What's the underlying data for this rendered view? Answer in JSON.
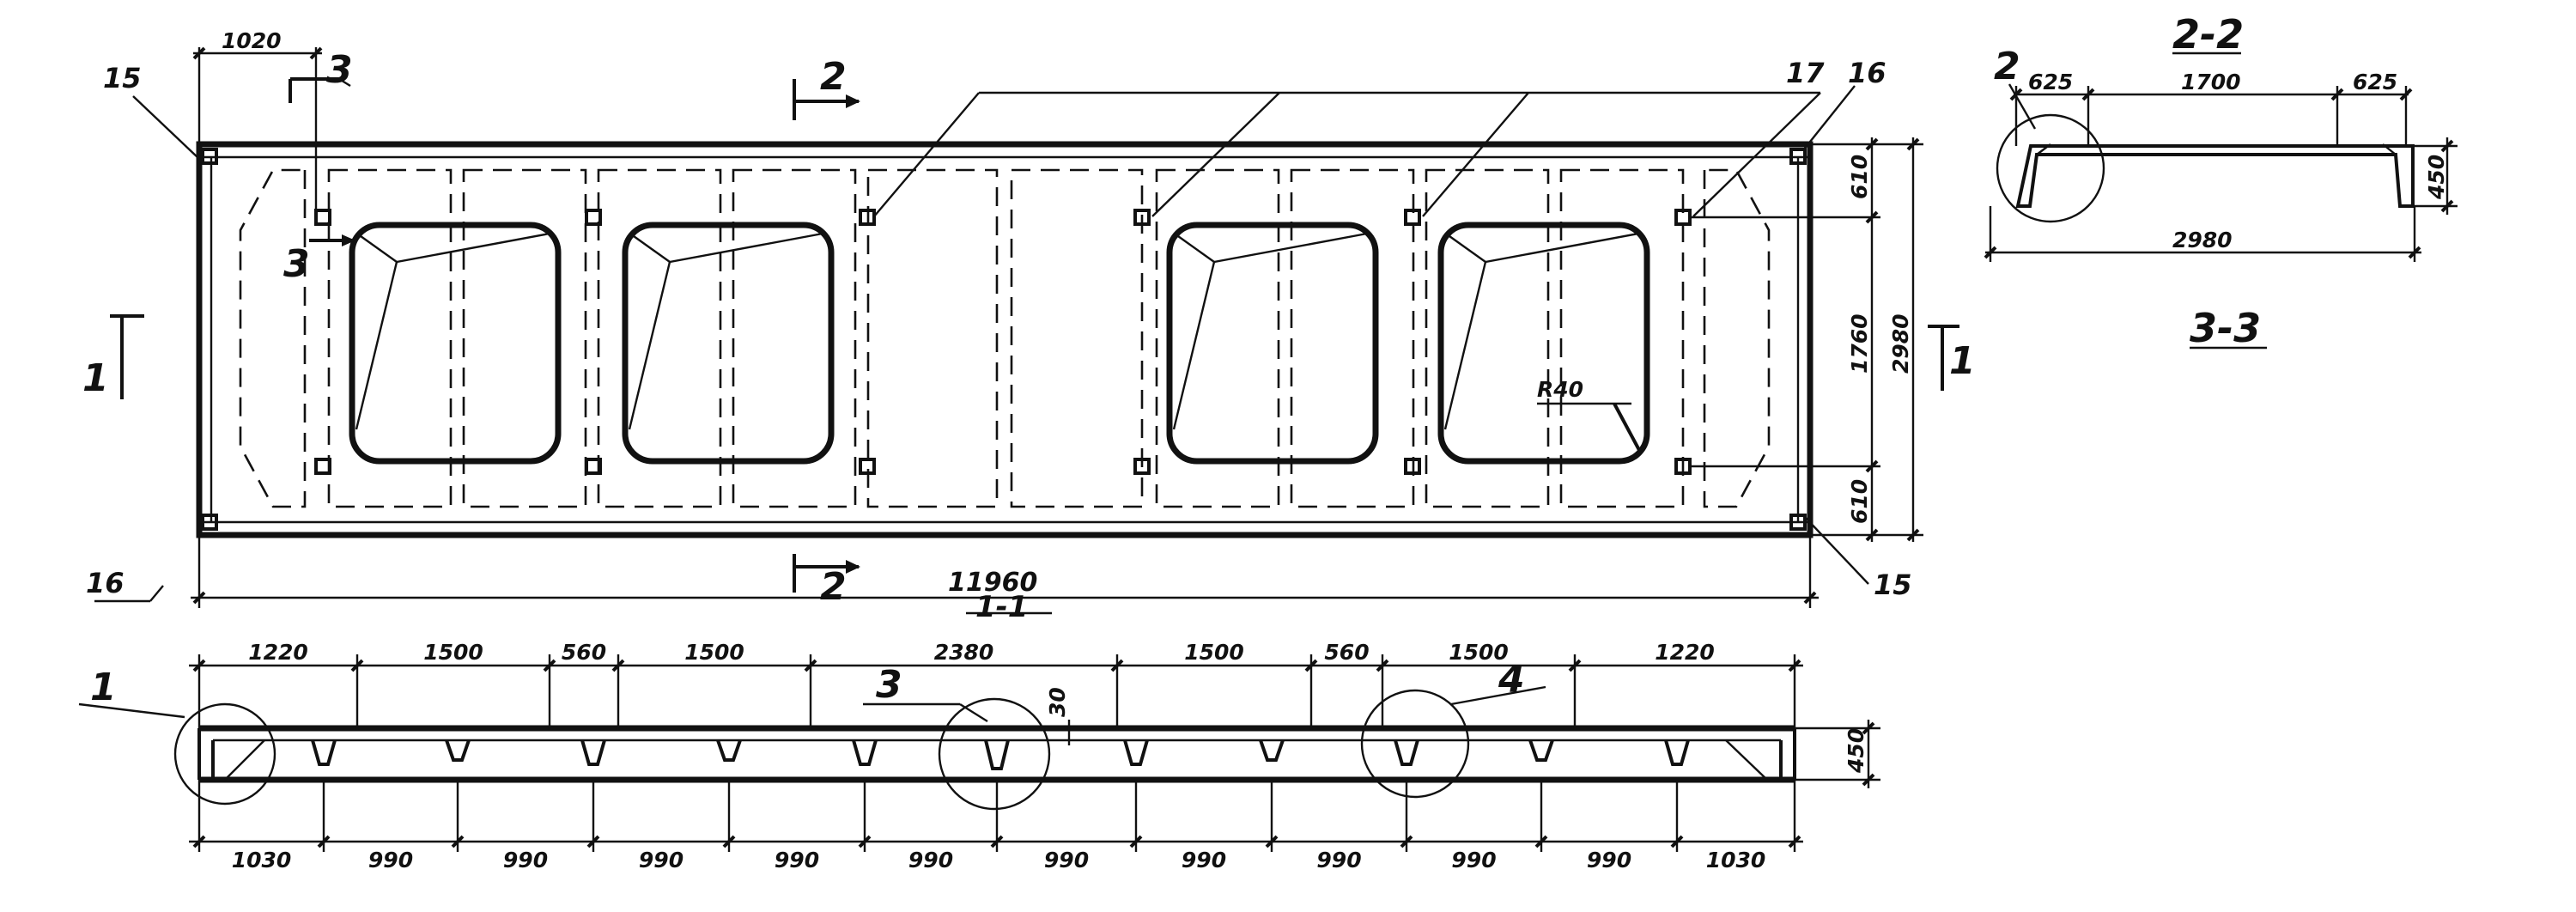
{
  "plan": {
    "overall_length": "11960",
    "section_label": "1-1",
    "top_offset": "1020",
    "height_total": "2980",
    "height_inner": "1760",
    "height_edge_top": "610",
    "height_edge_bottom": "610",
    "radius": "R40",
    "marks": {
      "m15a": "15",
      "m15b": "15",
      "m16a": "16",
      "m16b": "16",
      "m17": "17"
    },
    "cut1a": "1",
    "cut1b": "1",
    "cut2a": "2",
    "cut2b": "2",
    "cut3a": "3",
    "cut3b": "3"
  },
  "section22": {
    "title": "2-2",
    "leader": "2",
    "dims": {
      "left": "625",
      "mid": "1700",
      "right": "625",
      "height": "450",
      "bottom": "2980"
    }
  },
  "section33": {
    "title": "3-3"
  },
  "elevation": {
    "top_dims": [
      "1220",
      "1500",
      "560",
      "1500",
      "2380",
      "1500",
      "560",
      "1500",
      "1220"
    ],
    "bottom_dims": [
      "1030",
      "990",
      "990",
      "990",
      "990",
      "990",
      "990",
      "990",
      "990",
      "990",
      "990",
      "1030"
    ],
    "height": "450",
    "rib_depth": "30",
    "leaders": {
      "l1": "1",
      "l3": "3",
      "l4": "4"
    }
  }
}
